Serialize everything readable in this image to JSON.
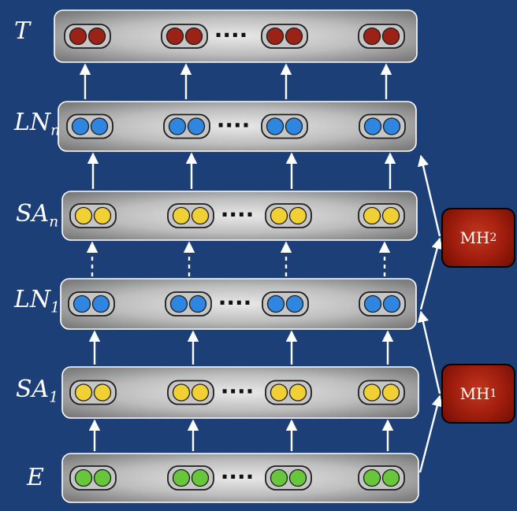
{
  "layers": [
    {
      "key": "T",
      "label_main": "T",
      "label_sub": "",
      "token_color": "#9b2216"
    },
    {
      "key": "LNn",
      "label_main": "LN",
      "label_sub": "n",
      "token_color": "#2f86e0"
    },
    {
      "key": "SAn",
      "label_main": "SA",
      "label_sub": "n",
      "token_color": "#f0d035"
    },
    {
      "key": "LN1",
      "label_main": "LN",
      "label_sub": "1",
      "token_color": "#2f86e0"
    },
    {
      "key": "SA1",
      "label_main": "SA",
      "label_sub": "1",
      "token_color": "#f0d035"
    },
    {
      "key": "E",
      "label_main": "E",
      "label_sub": "",
      "token_color": "#68c63a"
    }
  ],
  "ellipsis": "····",
  "heads": [
    {
      "key": "MH2",
      "main": "MH",
      "sub": "2"
    },
    {
      "key": "MH1",
      "main": "MH",
      "sub": "1"
    }
  ],
  "colors": {
    "background": "#1c3f78",
    "arrow": "#ffffff",
    "bar_center": "#e8e8e8",
    "bar_edge": "#7c7c7c"
  }
}
